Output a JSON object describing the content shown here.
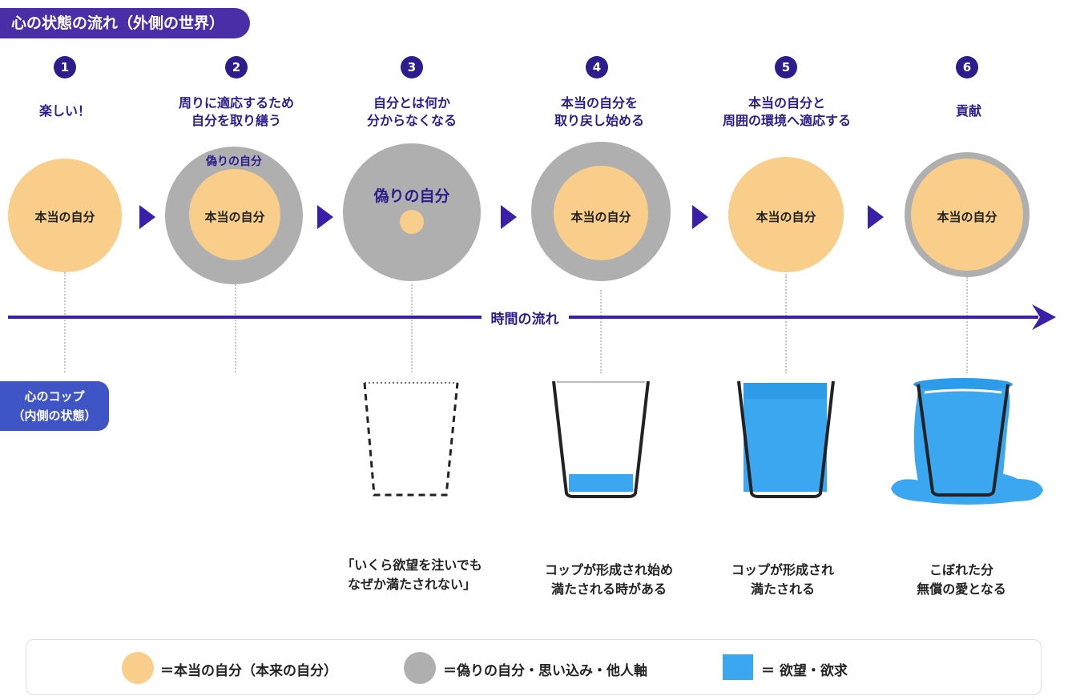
{
  "header": {
    "title": "心の状態の流れ（外側の世界）"
  },
  "steps": [
    {
      "num": "1",
      "caption": "楽しい！"
    },
    {
      "num": "2",
      "caption": "周りに適応するため\n自分を取り繕う"
    },
    {
      "num": "3",
      "caption": "自分とは何か\n分からなくなる"
    },
    {
      "num": "4",
      "caption": "本当の自分を\n取り戻し始める"
    },
    {
      "num": "5",
      "caption": "本当の自分と\n周囲の環境へ適応する"
    },
    {
      "num": "6",
      "caption": "貢献"
    }
  ],
  "labels": {
    "true_self": "本当の自分",
    "false_self": "偽りの自分"
  },
  "timeline": {
    "label": "時間の流れ"
  },
  "cup_section": {
    "label": "心のコップ\n（内側の状態）"
  },
  "cup_captions": [
    "「いくら欲望を注いでも\nなぜか満たされない」",
    "コップが形成され始め\n満たされる時がある",
    "コップが形成され\n満たされる",
    "こぼれた分\n無償の愛となる"
  ],
  "legend": {
    "true_self": "＝本当の自分（本来の自分）",
    "false_self": "＝偽りの自分・思い込み・他人軸",
    "desire": "＝ 欲望・欲求"
  },
  "colors": {
    "true_self": "#f9cd8a",
    "false_self": "#afafaf",
    "desire": "#3aa7f0",
    "accent": "#3a1fa8"
  }
}
